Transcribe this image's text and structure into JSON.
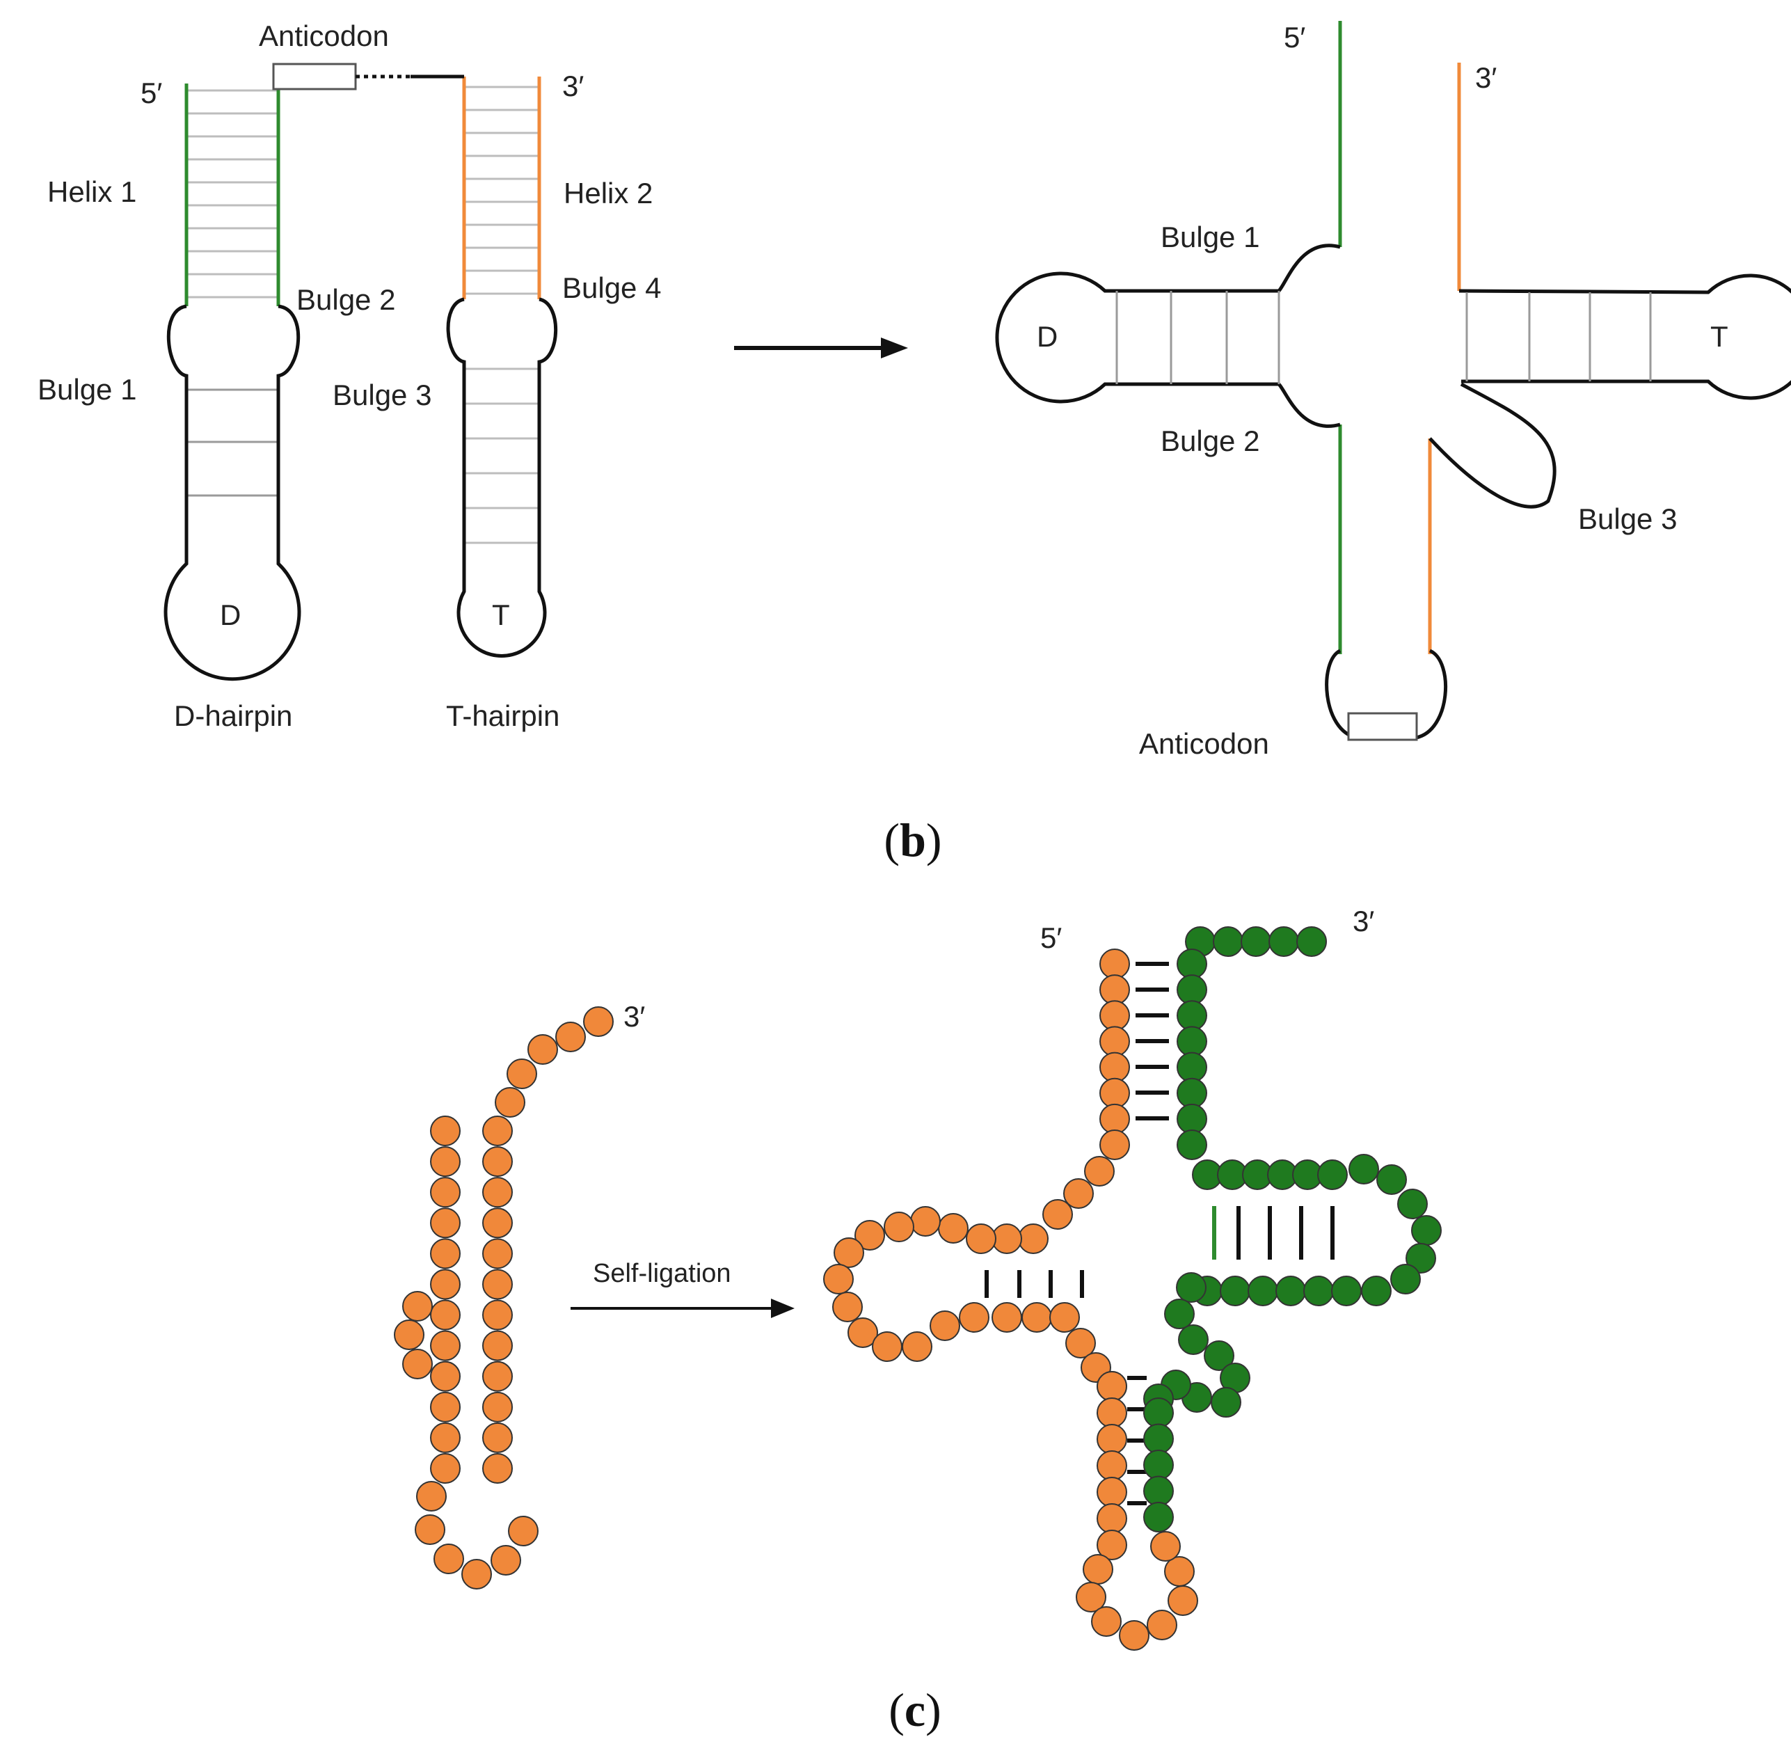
{
  "colors": {
    "green_strand": "#2e8b2e",
    "orange_strand": "#f08a3a",
    "dark_green_bead": "#1f7a1f",
    "orange_bead": "#f0883a",
    "line": "#111111",
    "rung": "#bdbdbd"
  },
  "panel_b": {
    "caption_open": "(",
    "caption_letter": "b",
    "caption_close": ")",
    "left": {
      "anticodon": "Anticodon",
      "five_prime": "5′",
      "three_prime": "3′",
      "helix1": "Helix 1",
      "helix2": "Helix 2",
      "bulge1": "Bulge 1",
      "bulge2": "Bulge 2",
      "bulge3": "Bulge 3",
      "bulge4": "Bulge 4",
      "d_loop": "D",
      "t_loop": "T",
      "d_hairpin": "D-hairpin",
      "t_hairpin": "T-hairpin"
    },
    "right": {
      "five_prime": "5′",
      "three_prime": "3′",
      "bulge1": "Bulge 1",
      "bulge2": "Bulge 2",
      "bulge3": "Bulge 3",
      "d_loop": "D",
      "t_loop": "T",
      "anticodon": "Anticodon"
    }
  },
  "panel_c": {
    "caption_open": "(",
    "caption_letter": "c",
    "caption_close": ")",
    "arrow_label": "Self-ligation",
    "left_three_prime": "3′",
    "right_five_prime": "5′",
    "right_three_prime": "3′"
  }
}
